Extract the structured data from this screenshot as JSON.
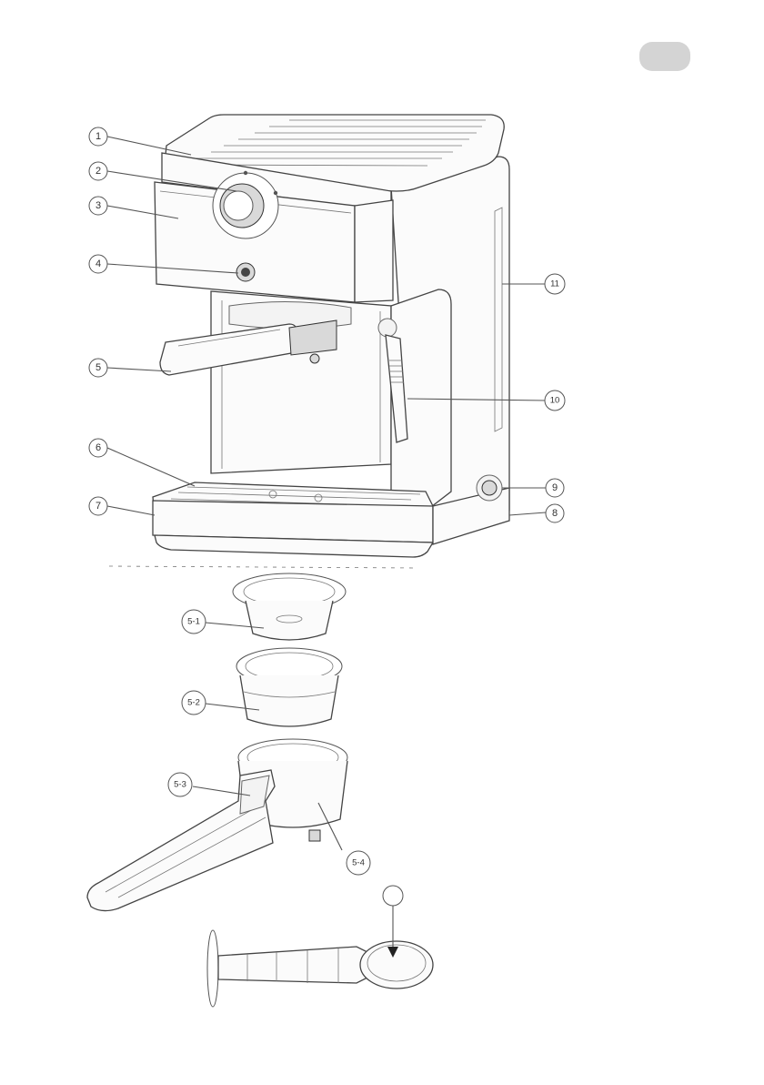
{
  "page_tab": {
    "label": "",
    "color": "#d4d4d4"
  },
  "callouts": [
    {
      "id": "c1",
      "text": "1"
    },
    {
      "id": "c2",
      "text": "2"
    },
    {
      "id": "c3",
      "text": "3"
    },
    {
      "id": "c4",
      "text": "4"
    },
    {
      "id": "c5",
      "text": "5"
    },
    {
      "id": "c6",
      "text": "6"
    },
    {
      "id": "c7",
      "text": "7"
    },
    {
      "id": "c8",
      "text": "8"
    },
    {
      "id": "c9",
      "text": "9"
    },
    {
      "id": "c10",
      "text": "10"
    },
    {
      "id": "c11",
      "text": "11"
    },
    {
      "id": "c51",
      "text": "5-1"
    },
    {
      "id": "c52",
      "text": "5-2"
    },
    {
      "id": "c53",
      "text": "5-3"
    },
    {
      "id": "c54",
      "text": "5-4"
    },
    {
      "id": "c12",
      "text": ""
    }
  ]
}
